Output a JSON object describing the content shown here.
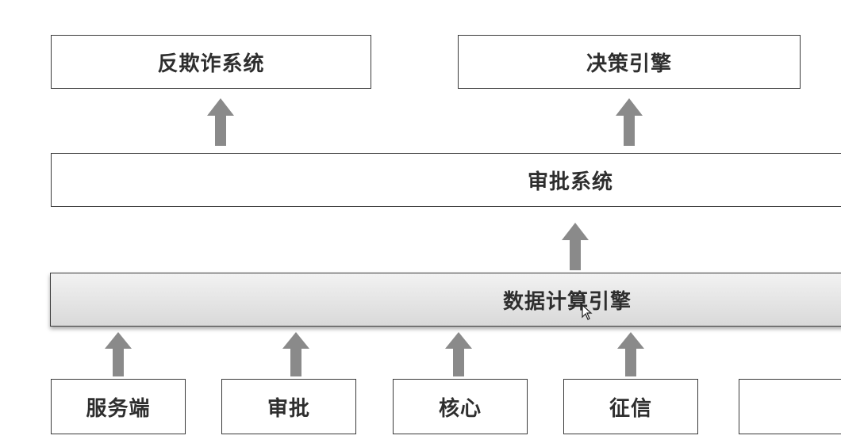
{
  "diagram": {
    "top_row": {
      "antifraud_label": "反欺诈系统",
      "decision_label": "决策引擎"
    },
    "approval_system_label": "审批系统",
    "compute_engine_label": "数据计算引擎",
    "sources": {
      "service_label": "服务端",
      "approve_label": "审批",
      "core_label": "核心",
      "credit_label": "征信",
      "extra_label": ""
    },
    "colors": {
      "arrow": "#8a8a8a",
      "border": "#3a3a3a",
      "text": "#2e2e2e",
      "compute_fill_top": "#f2f2f2",
      "compute_fill_bottom": "#d9d9d9"
    },
    "arrow_direction": "up"
  }
}
